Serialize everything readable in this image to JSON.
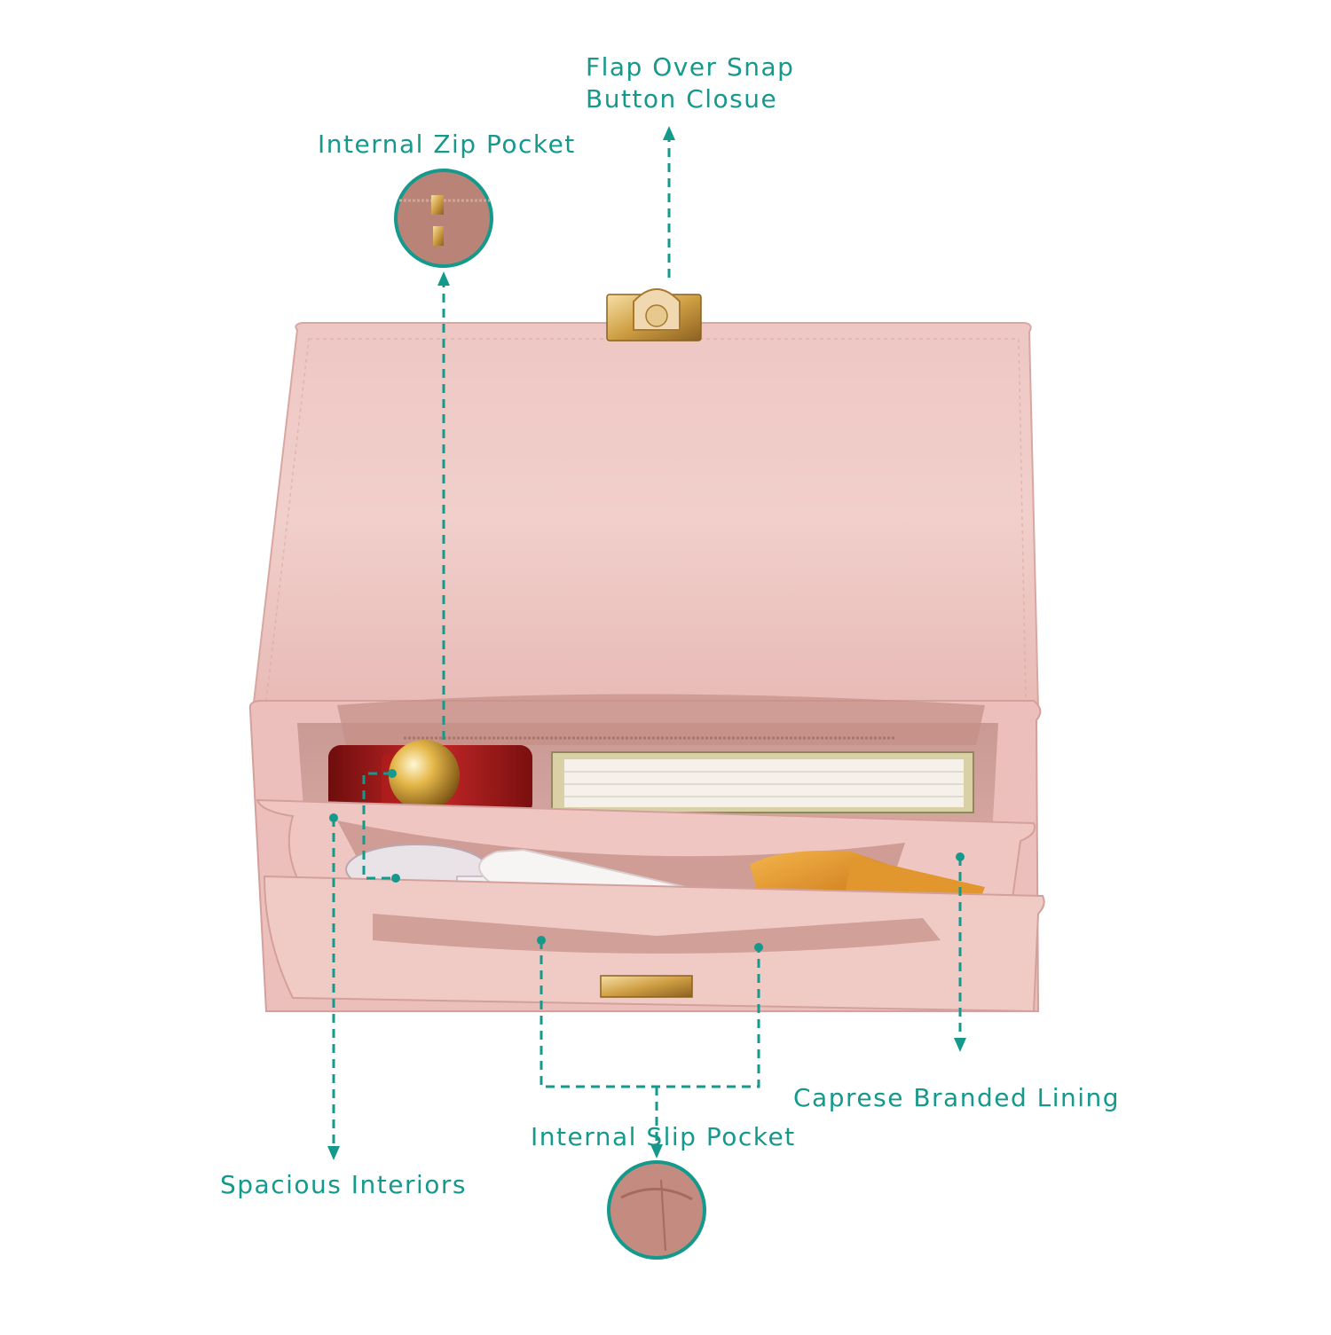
{
  "colors": {
    "accent": "#14998c",
    "bag_pink": "#ecc0c0",
    "lining": "#c69086",
    "gold": "#d4a951"
  },
  "callouts": {
    "flap": {
      "line1": "Flap Over Snap",
      "line2": "Button Closue"
    },
    "zip_pocket": "Internal Zip Pocket",
    "spacious": "Spacious Interiors",
    "lining": "Caprese Branded Lining",
    "slip_pocket": "Internal Slip Pocket"
  }
}
